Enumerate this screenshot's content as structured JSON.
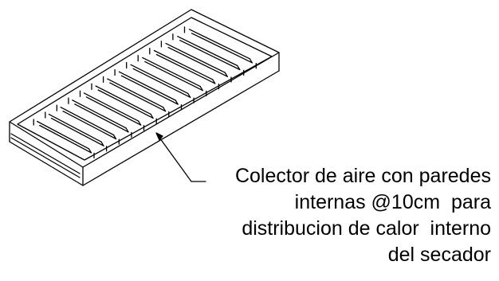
{
  "annotation": {
    "lines": [
      "Colector de aire con paredes",
      "internas @10cm  para",
      "distribucion de calor  interno",
      "del secador"
    ]
  },
  "drawing": {
    "internal_wall_count": 14,
    "line_color": "#000000",
    "background": "#ffffff"
  }
}
